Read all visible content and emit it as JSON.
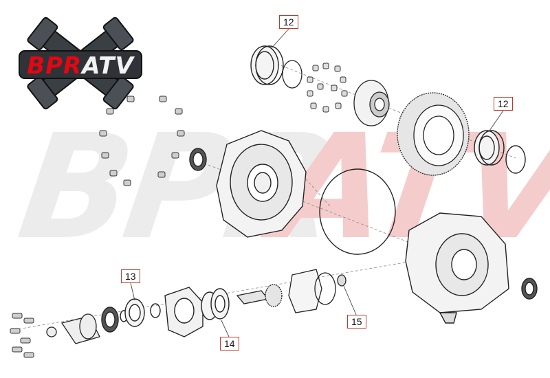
{
  "brand": {
    "logo_part1": "BPR",
    "logo_part2": "ATV",
    "watermark": "BPRATV",
    "colors": {
      "red": "#e30613",
      "dark": "#3a3f44",
      "watermark_gray": "#ededed",
      "watermark_red": "#f6c9c9"
    }
  },
  "callouts": [
    {
      "id": "c12a",
      "label": "12"
    },
    {
      "id": "c12b",
      "label": "12"
    },
    {
      "id": "c13",
      "label": "13"
    },
    {
      "id": "c14",
      "label": "14"
    },
    {
      "id": "c15",
      "label": "15"
    }
  ],
  "icons": [
    "crossed-pistons-icon",
    "bearing-icon",
    "seal-ring-icon",
    "bolt-icon",
    "ring-gear-icon",
    "housing-icon",
    "gasket-icon",
    "pinion-shaft-icon"
  ]
}
